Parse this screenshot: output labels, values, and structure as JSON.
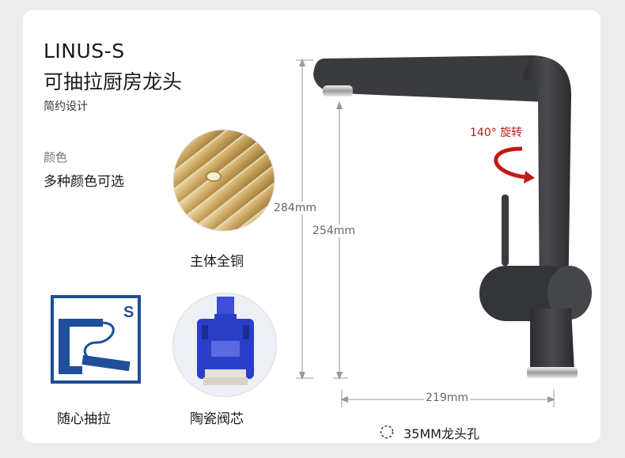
{
  "product": {
    "model": "LINUS-S",
    "name": "可抽拉厨房龙头",
    "style": "简约设计"
  },
  "color_section": {
    "label": "颜色",
    "value": "多种颜色可选"
  },
  "features": [
    {
      "caption": "主体全铜",
      "icon": "brass-tubes-icon"
    },
    {
      "caption": "随心抽拉",
      "icon": "pull-out-faucet-icon"
    },
    {
      "caption": "陶瓷阀芯",
      "icon": "ceramic-cartridge-icon"
    }
  ],
  "pullout_icon_letter": "S",
  "dimensions": {
    "total_height": "284mm",
    "spout_height": "254mm",
    "reach": "219mm"
  },
  "rotation": {
    "label": "140° 旋转"
  },
  "mounting_hole": {
    "label": "35MM龙头孔",
    "icon": "dotted-circle-icon"
  },
  "colors": {
    "background": "#ececec",
    "card": "#ffffff",
    "faucet_body": "#3a3b3e",
    "accent_red": "#c21818",
    "icon_blue": "#1f4e9a",
    "brass": "#d9b877",
    "cartridge_blue": "#2a3fc7"
  }
}
